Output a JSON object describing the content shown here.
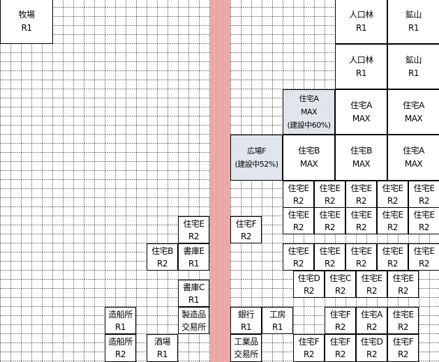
{
  "colors": {
    "road": "#e89c9c",
    "under_construction": "#dde2ea",
    "grid_line": "#000000"
  },
  "buildings": [
    {
      "name": "牧場",
      "level": "R1"
    },
    {
      "name": "人口林",
      "level": "R1"
    },
    {
      "name": "鉱山",
      "level": "R1"
    },
    {
      "name": "人口林",
      "level": "R1"
    },
    {
      "name": "鉱山",
      "level": "R1"
    },
    {
      "name": "住宅A",
      "level": "MAX",
      "status": "(建設中60%)"
    },
    {
      "name": "住宅A",
      "level": "MAX"
    },
    {
      "name": "住宅A",
      "level": "MAX"
    },
    {
      "name": "広場F",
      "status": "(建設中52%)"
    },
    {
      "name": "住宅B",
      "level": "MAX"
    },
    {
      "name": "住宅B",
      "level": "MAX"
    },
    {
      "name": "住宅A",
      "level": "MAX"
    },
    {
      "name": "住宅E",
      "level": "R2"
    },
    {
      "name": "住宅E",
      "level": "R2"
    },
    {
      "name": "住宅E",
      "level": "R2"
    },
    {
      "name": "住宅E",
      "level": "R2"
    },
    {
      "name": "住宅E",
      "level": "R2"
    },
    {
      "name": "住宅E",
      "level": "R2"
    },
    {
      "name": "住宅E",
      "level": "R2"
    },
    {
      "name": "住宅E",
      "level": "R2"
    },
    {
      "name": "住宅E",
      "level": "R2"
    },
    {
      "name": "住宅E",
      "level": "R2"
    },
    {
      "name": "住宅E",
      "level": "R2"
    },
    {
      "name": "住宅E",
      "level": "R2"
    },
    {
      "name": "住宅E",
      "level": "R2"
    },
    {
      "name": "住宅E",
      "level": "R2"
    },
    {
      "name": "住宅E",
      "level": "R2"
    },
    {
      "name": "住宅D",
      "level": "R2"
    },
    {
      "name": "住宅C",
      "level": "R2"
    },
    {
      "name": "住宅E",
      "level": "R2"
    },
    {
      "name": "住宅E",
      "level": "R2"
    },
    {
      "name": "住宅F",
      "level": "R2"
    },
    {
      "name": "住宅A",
      "level": "R2"
    },
    {
      "name": "住宅E",
      "level": "R2"
    },
    {
      "name": "住宅F",
      "level": "R2"
    },
    {
      "name": "住宅F",
      "level": "R2"
    },
    {
      "name": "住宅D",
      "level": "R2"
    },
    {
      "name": "住宅F",
      "level": "R2"
    },
    {
      "name": "銀行",
      "level": "R1"
    },
    {
      "name": "工房",
      "level": "R1"
    },
    {
      "name": "工業品",
      "level": "交易所"
    },
    {
      "name": "住宅F",
      "level": "R2"
    },
    {
      "name": "住宅E",
      "level": "R2"
    },
    {
      "name": "住宅B",
      "level": "R2"
    },
    {
      "name": "書庫E",
      "level": "R1"
    },
    {
      "name": "書庫C",
      "level": "R1"
    },
    {
      "name": "製造品",
      "level": "交易所"
    },
    {
      "name": "造船所",
      "level": "R1"
    },
    {
      "name": "造船所",
      "level": "R2"
    },
    {
      "name": "酒場",
      "level": "R1"
    }
  ]
}
